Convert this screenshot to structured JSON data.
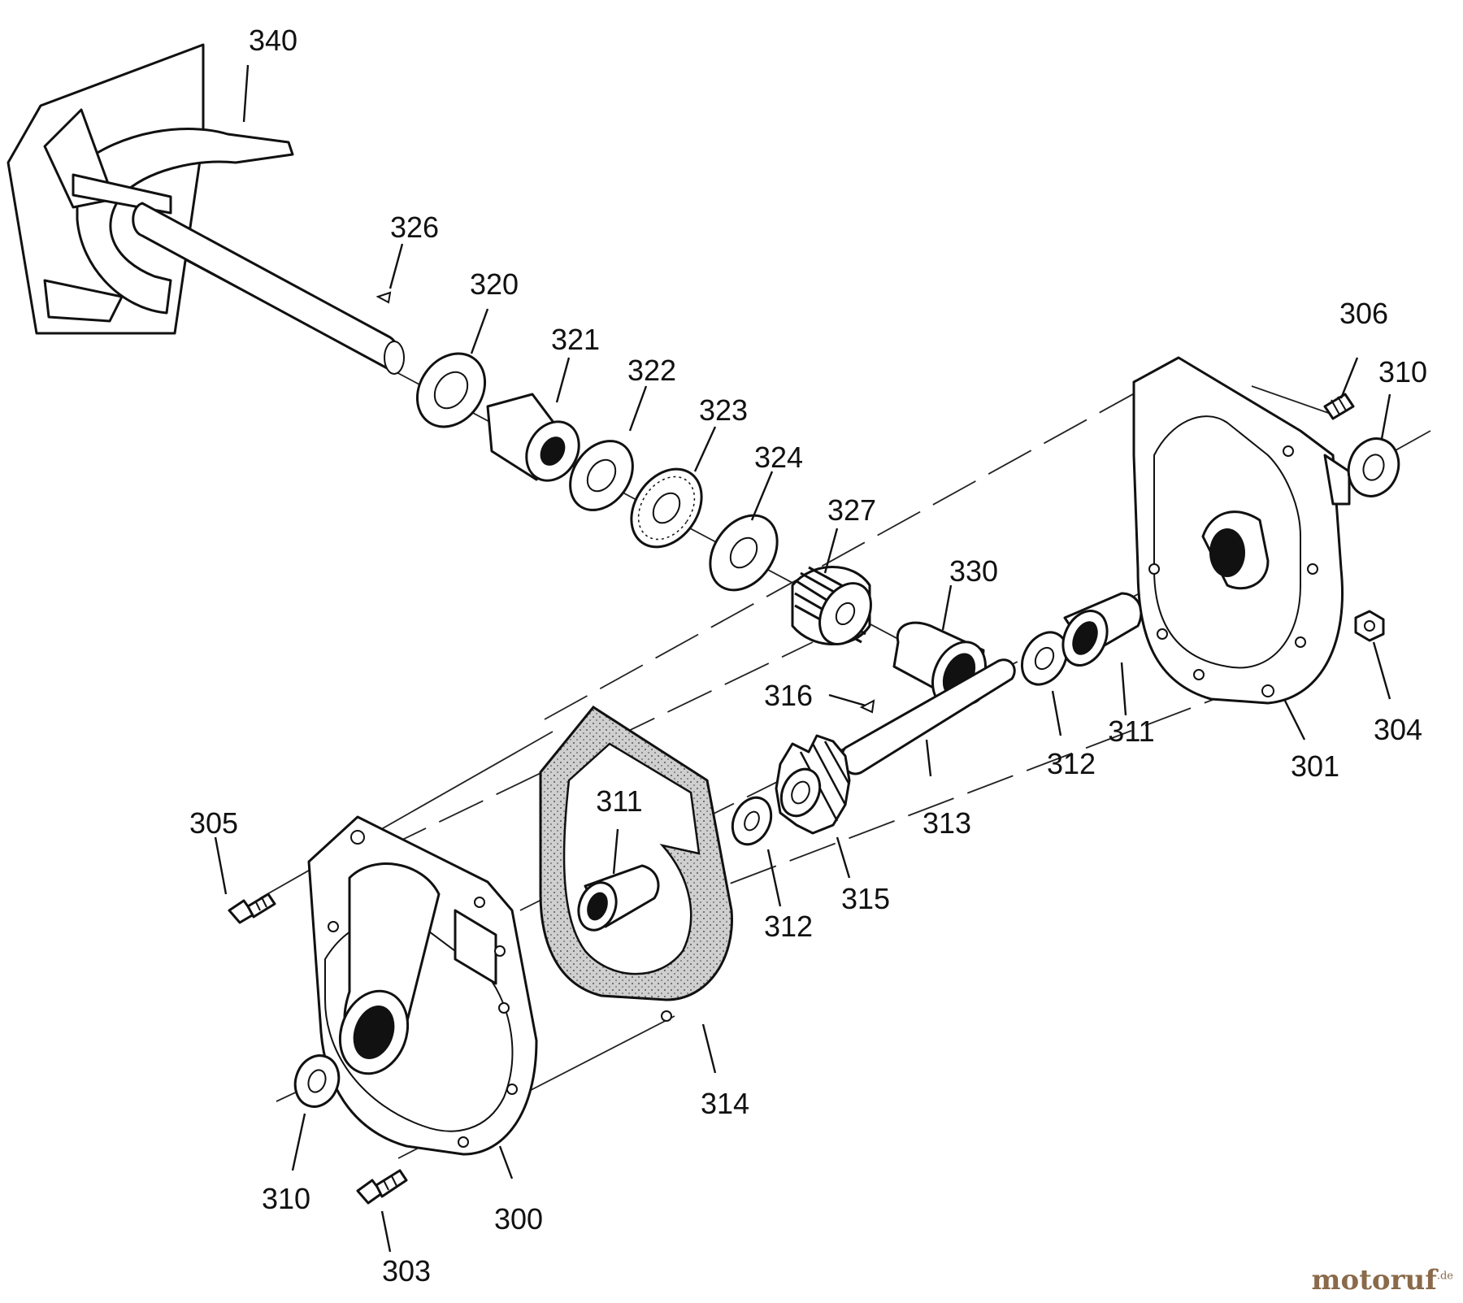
{
  "parts": [
    {
      "id": "340",
      "name": "impeller"
    },
    {
      "id": "326",
      "name": "key-326"
    },
    {
      "id": "320",
      "name": "washer-320"
    },
    {
      "id": "321",
      "name": "bushing-321"
    },
    {
      "id": "322",
      "name": "washer-322"
    },
    {
      "id": "323",
      "name": "thrust-bearing-323"
    },
    {
      "id": "324",
      "name": "washer-324"
    },
    {
      "id": "327",
      "name": "worm-gear-327"
    },
    {
      "id": "330",
      "name": "spacer-330"
    },
    {
      "id": "306",
      "name": "fitting-306"
    },
    {
      "id": "310",
      "name": "seal-310-right"
    },
    {
      "id": "301",
      "name": "gear-housing-right"
    },
    {
      "id": "304",
      "name": "nut-304"
    },
    {
      "id": "311",
      "name": "bushing-311-right"
    },
    {
      "id": "312",
      "name": "washer-312-right"
    },
    {
      "id": "316",
      "name": "key-316"
    },
    {
      "id": "313",
      "name": "shaft-313"
    },
    {
      "id": "315",
      "name": "gear-315"
    },
    {
      "id": "305",
      "name": "screw-305"
    },
    {
      "id": "311",
      "name": "bushing-311-left"
    },
    {
      "id": "312",
      "name": "washer-312-left"
    },
    {
      "id": "314",
      "name": "gasket-314"
    },
    {
      "id": "300",
      "name": "gear-housing-left"
    },
    {
      "id": "310",
      "name": "seal-310-left"
    },
    {
      "id": "303",
      "name": "screw-303"
    }
  ],
  "watermark": {
    "brand": "motoruf",
    "tld": ".de"
  }
}
